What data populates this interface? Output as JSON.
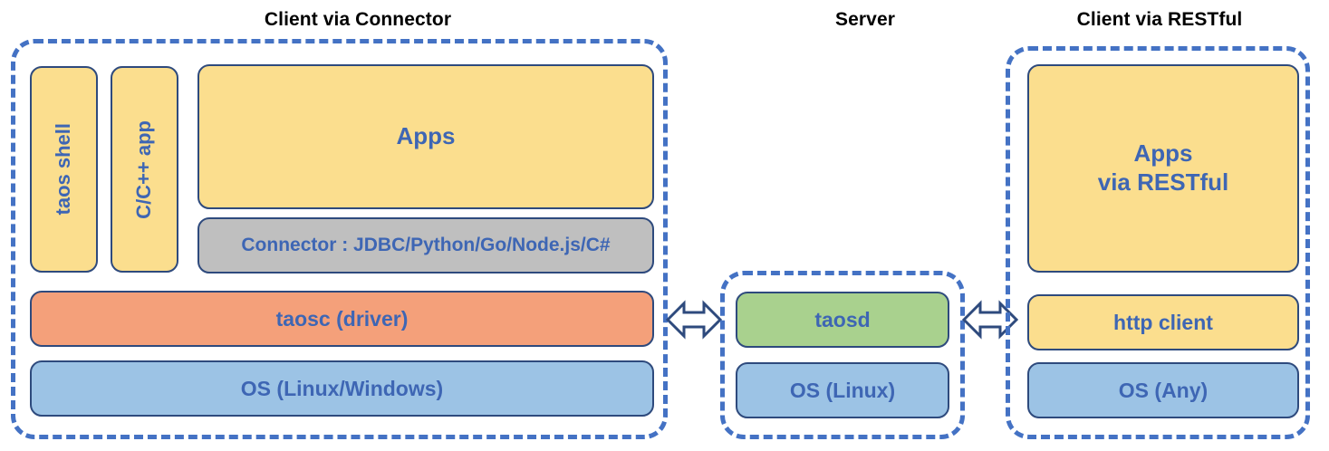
{
  "diagram": {
    "title_color": "#000000",
    "accent_dashed": "#4472C4",
    "box_border": "#2E4A7D",
    "text_blue": "#3E66B4",
    "colors": {
      "yellow": "#FBDE8E",
      "gray": "#BFBFBF",
      "orange": "#F4A07A",
      "blue": "#9CC3E5",
      "green": "#A9D18E"
    }
  },
  "sections": {
    "client_connector": {
      "title": "Client via Connector",
      "boxes": {
        "taos_shell": "taos shell",
        "c_cpp_app": "C/C++ app",
        "apps": "Apps",
        "connector": "Connector : JDBC/Python/Go/Node.js/C#",
        "taosc": "taosc (driver)",
        "os": "OS (Linux/Windows)"
      }
    },
    "server": {
      "title": "Server",
      "boxes": {
        "taosd": "taosd",
        "os": "OS (Linux)"
      }
    },
    "client_restful": {
      "title": "Client via RESTful",
      "boxes": {
        "apps": "Apps\nvia RESTful",
        "apps_line1": "Apps",
        "apps_line2": "via RESTful",
        "http_client": "http client",
        "os": "OS (Any)"
      }
    }
  },
  "connectors": {
    "left_arrow": "bidirectional-arrow",
    "right_arrow": "bidirectional-arrow"
  }
}
